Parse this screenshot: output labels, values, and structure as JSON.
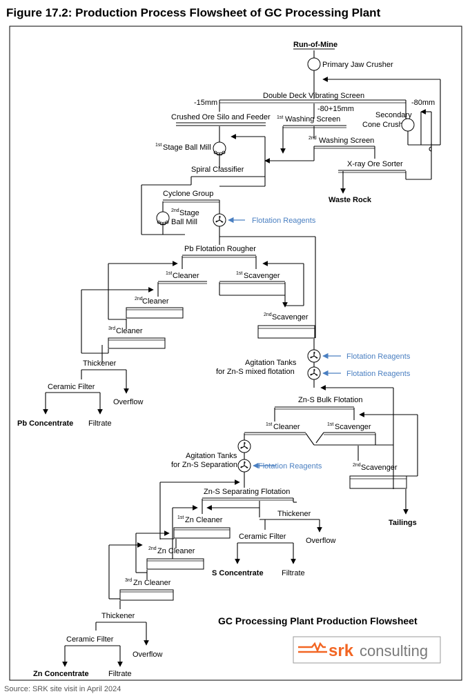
{
  "figure_title": "Figure 17.2:   Production Process Flowsheet of GC Processing Plant",
  "source_note": "Source: SRK site visit in April 2024",
  "diagram_title": "GC Processing Plant Production Flowsheet",
  "logo": {
    "brand": "srk",
    "suffix": "consulting",
    "accent": "#f26522",
    "text_color": "#7a7a7a"
  },
  "colors": {
    "reagent_text": "#4a7fc1",
    "line": "#000000"
  },
  "labels": {
    "run_of_mine": "Run-of-Mine",
    "primary_jaw_crusher": "Primary Jaw Crusher",
    "double_deck_screen": "Double Deck Vibrating Screen",
    "minus15": "-15mm",
    "minus80": "-80mm",
    "size_mid": "-80+15mm",
    "silo": "Crushed Ore Silo and Feeder",
    "washing1": "Washing Screen",
    "washing1_ord": "1st",
    "secondary_crusher_1": "Secondary",
    "secondary_crusher_2": "Cone Crusher",
    "washing2": "Washing Screen",
    "washing2_ord": "2nd",
    "stage1_mill": "Stage Ball Mill",
    "stage1_ord": "1st",
    "xray_sorter": "X-ray Ore Sorter",
    "spiral_classifier": "Spiral Classifier",
    "waste_rock": "Waste Rock",
    "cyclone_group": "Cyclone Group",
    "stage2_mill_1": "Stage",
    "stage2_ord": "2nd",
    "stage2_mill_2": "Ball Mill",
    "flotation_reagents": "Flotation Reagents",
    "pb_rougher": "Pb Flotation Rougher",
    "cleaner": "Cleaner",
    "scavenger": "Scavenger",
    "ord1": "1st",
    "ord2": "2nd",
    "ord3": "3rd",
    "thickener": "Thickener",
    "ceramic_filter": "Ceramic Filter",
    "overflow": "Overflow",
    "pb_concentrate": "Pb Concentrate",
    "filtrate": "Filtrate",
    "agitation_tanks": "Agitation Tanks",
    "for_zns_mixed": "for Zn-S mixed flotation",
    "zns_bulk": "Zn-S Bulk Flotation",
    "for_zns_sep": "for Zn-S Separation",
    "zns_separating": "Zn-S Separating Flotation",
    "zn_cleaner": "Zn Cleaner",
    "tailings": "Tailings",
    "s_concentrate": "S Concentrate",
    "zn_concentrate": "Zn Concentrate"
  }
}
